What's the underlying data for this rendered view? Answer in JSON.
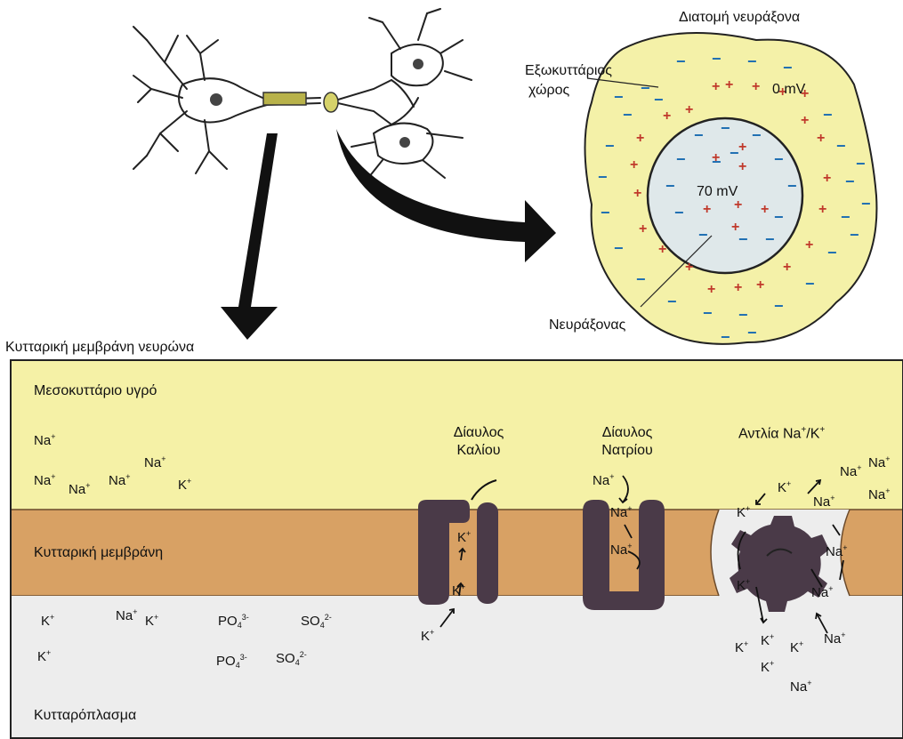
{
  "cross_section": {
    "title": "Διατομή νευράξονα",
    "extracellular_label_line1": "Εξωκυττάριος",
    "extracellular_label_line2": "χώρος",
    "outer_potential": "0 mV",
    "inner_potential": "70 mV",
    "axon_label": "Νευράξονας",
    "colors": {
      "outer_fill": "#f4f1a8",
      "inner_fill": "#dfe8ea",
      "plus": "#c0392b",
      "minus": "#1f6fb2"
    }
  },
  "membrane_title": "Κυτταρική μεμβράνη νευρώνα",
  "membrane": {
    "interstitial_label": "Μεσοκυττάριο υγρό",
    "membrane_label": "Κυτταρική μεμβράνη",
    "cytoplasm_label": "Κυτταρόπλασμα",
    "potassium_channel_line1": "Δίαυλος",
    "potassium_channel_line2": "Καλίου",
    "sodium_channel_line1": "Δίαυλος",
    "sodium_channel_line2": "Νατρίου",
    "pump_label_base": "Αντλία Na",
    "pump_label_sep": "/K",
    "colors": {
      "interstitial": "#f5f1a6",
      "membrane": "#d8a164",
      "cytoplasm": "#ededed",
      "protein": "#4a3a48"
    }
  },
  "ions": {
    "na": "Na",
    "k": "K",
    "po4": "PO",
    "so4": "SO",
    "plus_charge": "+",
    "po4_sub": "4",
    "po4_sup": "3-",
    "so4_sub": "4",
    "so4_sup": "2-"
  }
}
